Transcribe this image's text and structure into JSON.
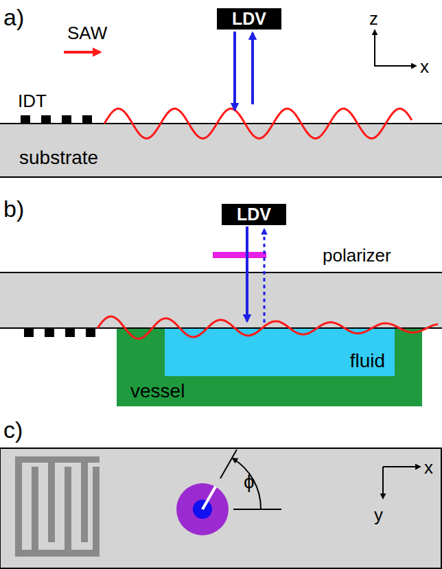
{
  "diagram": {
    "nodes": [
      {
        "text": [
          "LDV"
        ]
      },
      {
        "text": [
          "substrate"
        ]
      },
      {
        "text": [
          "LDV"
        ]
      },
      {
        "text": [
          "vessel"
        ]
      },
      {
        "text": [
          "fluid"
        ],
        "in": 3
      }
    ],
    "labels": [
      "a)",
      "SAW",
      "z",
      "x",
      "IDT",
      "b)",
      "polarizer",
      "c)",
      "x",
      "y",
      "ϕ"
    ]
  }
}
